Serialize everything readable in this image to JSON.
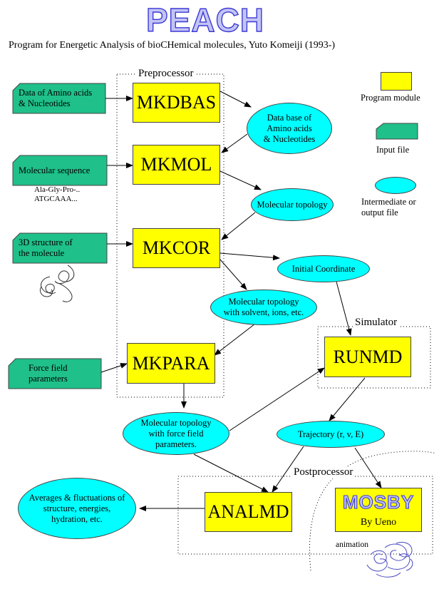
{
  "title_logo": "PEACH",
  "subtitle": "Program for Energetic Analysis of bioCHemical molecules, Yuto Komeiji (1993-)",
  "sections": {
    "preprocessor": "Preprocessor",
    "simulator": "Simulator",
    "postprocessor": "Postprocessor"
  },
  "modules": {
    "mkdbas": "MKDBAS",
    "mkmol": "MKMOL",
    "mkcor": "MKCOR",
    "mkpara": "MKPARA",
    "runmd": "RUNMD",
    "analmd": "ANALMD",
    "mosby": "MOSBY",
    "mosby_author": "By Ueno"
  },
  "inputs": {
    "amino": [
      "Data of Amino acids",
      "& Nucleotides"
    ],
    "sequence": [
      "Molecular sequence"
    ],
    "structure": [
      "3D structure of",
      "the molecule"
    ],
    "forcefield": [
      "Force field",
      "parameters"
    ]
  },
  "sequence_examples": [
    "Ala-Gly-Pro-..",
    "ATGCAAA..."
  ],
  "ovals": {
    "database": [
      "Data base of",
      "Amino acids",
      "& Nucleotides"
    ],
    "topology": [
      "Molecular topology"
    ],
    "initial_coord": [
      "Initial Coordinate"
    ],
    "topology_solvent": [
      "Molecular topology",
      "with solvent, ions, etc."
    ],
    "topology_ff": [
      "Molecular topology",
      "with force field parameters."
    ],
    "trajectory": [
      "Trajectory (r, v, E)"
    ],
    "averages": [
      "Averages & fluctuations of",
      "structure, energies,",
      "hydration, etc."
    ]
  },
  "legend": {
    "module": "Program module",
    "input": "Input file",
    "intermediate": [
      "Intermediate or",
      "output file"
    ]
  },
  "animation_label": "animation",
  "colors": {
    "module_fill": "#ffff00",
    "input_fill": "#1fc08a",
    "oval_fill": "#00ffff",
    "logo_fill": "#c4c4f4",
    "logo_stroke": "#3a3ad8"
  }
}
